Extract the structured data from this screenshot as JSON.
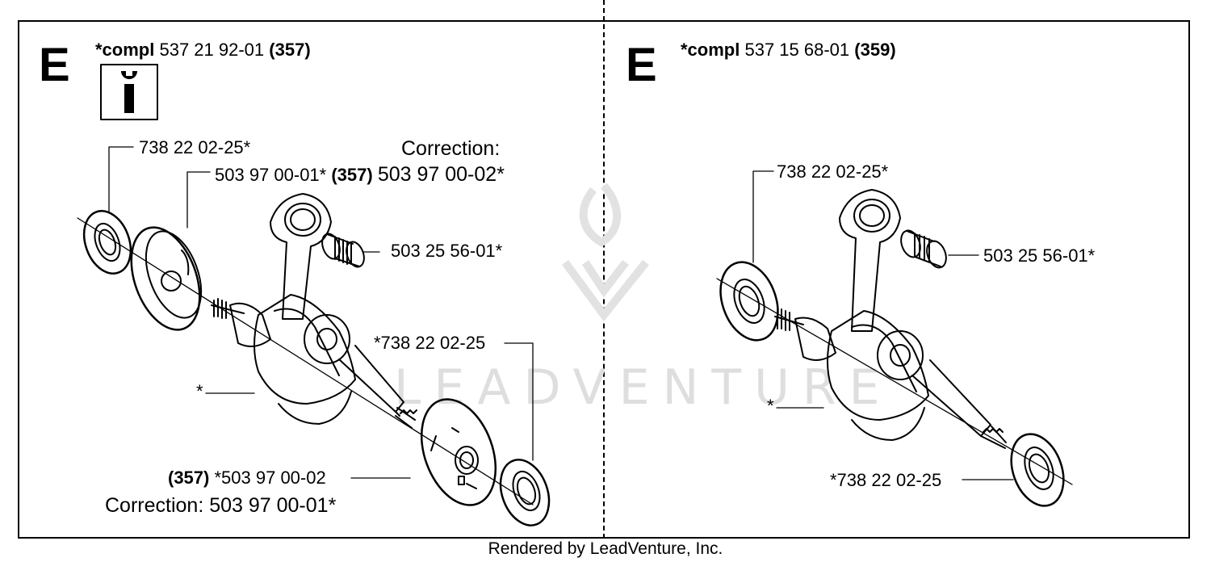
{
  "left_panel": {
    "section_letter": "E",
    "compl_prefix": "*compl",
    "compl_number": "537 21 92-01",
    "compl_model": "(357)",
    "labels": {
      "bearing_top": "738 22 02-25*",
      "correction_1": "Correction:",
      "flywheel_part": "503 97 00-01*",
      "flywheel_model": "(357)",
      "flywheel_correction": "503 97 00-02*",
      "needle_bearing": "503 25 56-01*",
      "bearing_bottom": "*738 22 02-25",
      "crankshaft": "*",
      "half_model": "(357)",
      "half_part": "*503 97 00-02",
      "correction_2": "Correction: 503 97 00-01*"
    }
  },
  "right_panel": {
    "section_letter": "E",
    "compl_prefix": "*compl",
    "compl_number": "537 15 68-01",
    "compl_model": "(359)",
    "labels": {
      "bearing_top": "738 22 02-25*",
      "needle_bearing": "503 25 56-01*",
      "crankshaft": "*",
      "bearing_bottom": "*738 22 02-25"
    }
  },
  "watermark": "LEADVENTURE",
  "footer": "Rendered by LeadVenture, Inc."
}
